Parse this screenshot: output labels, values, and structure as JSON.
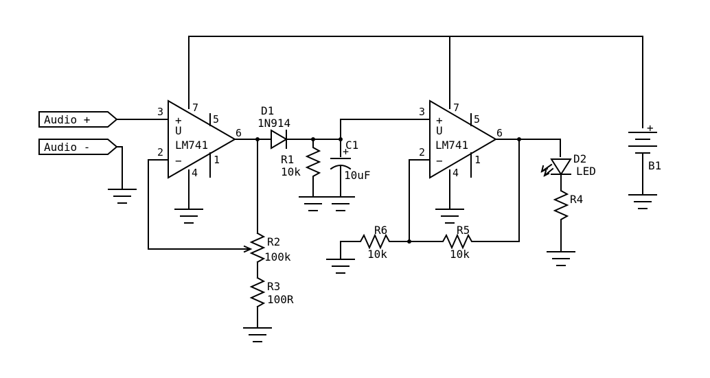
{
  "connectors": {
    "audio_plus": "Audio +",
    "audio_minus": "Audio -"
  },
  "opamp1": {
    "name": "LM741",
    "unit": "U",
    "plus": "+",
    "minus": "−",
    "pin3": "3",
    "pin2": "2",
    "pin7": "7",
    "pin4": "4",
    "pin5": "5",
    "pin1": "1",
    "pin6": "6"
  },
  "opamp2": {
    "name": "LM741",
    "unit": "U",
    "plus": "+",
    "minus": "−",
    "pin3": "3",
    "pin2": "2",
    "pin7": "7",
    "pin4": "4",
    "pin5": "5",
    "pin1": "1",
    "pin6": "6"
  },
  "d1": {
    "ref": "D1",
    "value": "1N914"
  },
  "r1": {
    "ref": "R1",
    "value": "10k"
  },
  "c1": {
    "ref": "C1",
    "value": "10uF",
    "polarity": "+"
  },
  "r2": {
    "ref": "R2",
    "value": "100k"
  },
  "r3": {
    "ref": "R3",
    "value": "100R"
  },
  "r6": {
    "ref": "R6",
    "value": "10k"
  },
  "r5": {
    "ref": "R5",
    "value": "10k"
  },
  "d2": {
    "ref": "D2",
    "value": "LED"
  },
  "r4": {
    "ref": "R4"
  },
  "b1": {
    "ref": "B1",
    "polarity": "+"
  },
  "colors": {
    "ink": "#000000",
    "paper": "#ffffff"
  }
}
